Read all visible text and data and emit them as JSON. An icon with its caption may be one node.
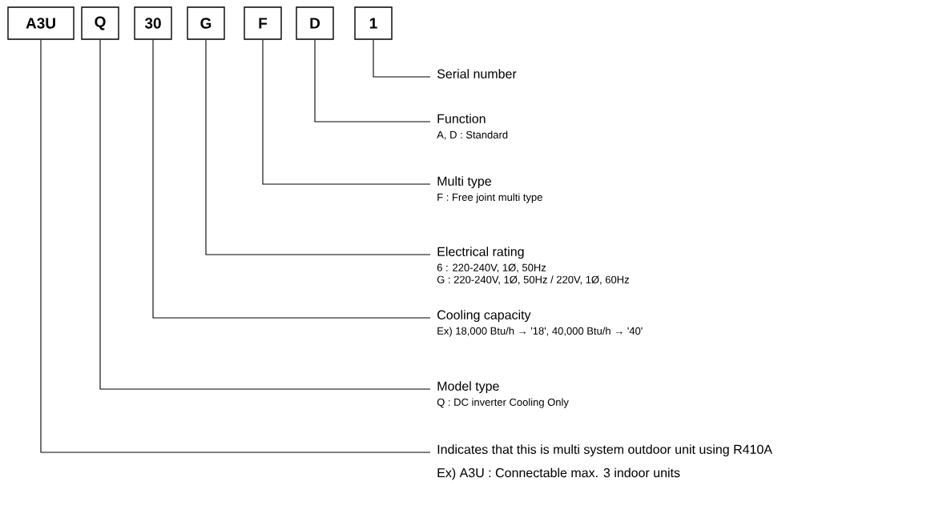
{
  "diagram": {
    "nodes": [
      {
        "text": [
          "A3U"
        ]
      },
      {
        "text": [
          "Q"
        ]
      },
      {
        "text": [
          "30"
        ]
      },
      {
        "text": [
          "G"
        ]
      },
      {
        "text": [
          "F"
        ]
      },
      {
        "text": [
          "D"
        ]
      },
      {
        "text": [
          "1"
        ]
      },
      {
        "text": [
          "Serial number"
        ]
      },
      {
        "text": [
          "Function",
          "A, D : Standard"
        ]
      },
      {
        "text": [
          "Multi type",
          "F : Free joint multi type"
        ]
      },
      {
        "text": [
          "Electrical rating",
          "6 : 220-240V, 1Ø, 50Hz",
          "G : 220-240V, 1Ø, 50Hz / 220V, 1Ø, 60Hz"
        ]
      },
      {
        "text": [
          "Cooling capacity",
          "Ex) 18,000 Btu/h → '18', 40,000 Btu/h → '40'"
        ]
      },
      {
        "text": [
          "Model type",
          "Q : DC inverter Cooling Only"
        ]
      },
      {
        "text": [
          "Indicates that this is multi system outdoor unit using R410A",
          "Ex) A3U : Connectable max. 3 indoor units"
        ]
      }
    ],
    "edges": [
      {
        "from": 6,
        "to": 7,
        "arrow": "none"
      },
      {
        "from": 5,
        "to": 8,
        "arrow": "none"
      },
      {
        "from": 4,
        "to": 9,
        "arrow": "none"
      },
      {
        "from": 3,
        "to": 10,
        "arrow": "none"
      },
      {
        "from": 2,
        "to": 11,
        "arrow": "none"
      },
      {
        "from": 1,
        "to": 12,
        "arrow": "none"
      },
      {
        "from": 0,
        "to": 13,
        "arrow": "none"
      }
    ]
  }
}
